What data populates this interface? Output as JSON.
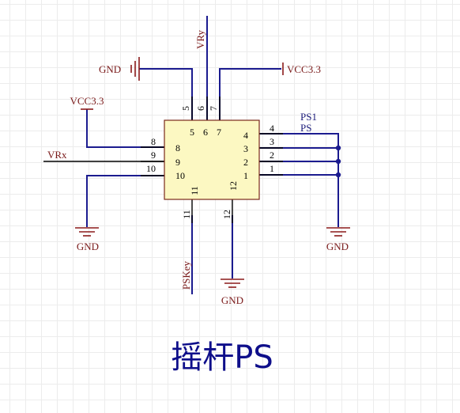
{
  "component": {
    "designator": "PS1",
    "comment": "PS",
    "body_pins": {
      "p4": "4",
      "p3": "3",
      "p2": "2",
      "p1": "1",
      "p5": "5",
      "p6": "6",
      "p7": "7",
      "p8": "8",
      "p9": "9",
      "p10": "10",
      "p11": "11",
      "p12": "12"
    },
    "ext_pins": {
      "p4": "4",
      "p3": "3",
      "p2": "2",
      "p1": "1",
      "p5": "5",
      "p6": "6",
      "p7": "7",
      "p8": "8",
      "p9": "9",
      "p10": "10",
      "p11": "11",
      "p12": "12"
    }
  },
  "nets": {
    "vry": "VRy",
    "vrx": "VRx",
    "pskey": "PSKey",
    "gnd_top": "GND",
    "vcc_top": "VCC3.3",
    "vcc_left": "VCC3.3",
    "gnd_left": "GND",
    "gnd_right": "GND",
    "gnd_bottom": "GND"
  },
  "title": "摇杆PS",
  "colors": {
    "wire": "#1b1b8f",
    "power": "#8b1a1a",
    "body_fill": "#fcf8c2",
    "body_border": "#7a2a1a",
    "title": "#0e0e8a"
  }
}
